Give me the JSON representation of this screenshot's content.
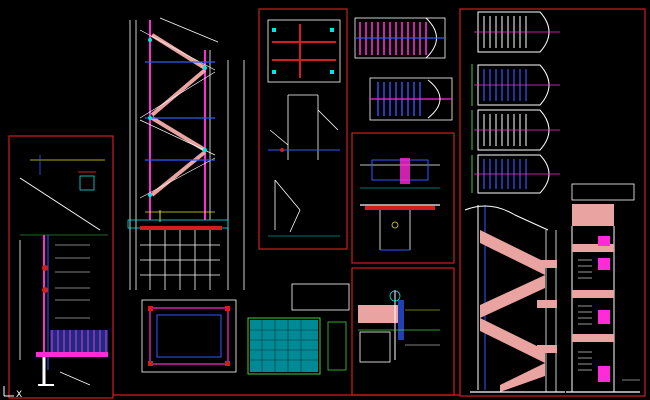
{
  "canvas": {
    "background": "#000000",
    "colors": {
      "frame": "#d21e1e",
      "white": "#ffffff",
      "cyan": "#00e5e5",
      "blue": "#2e5bff",
      "magenta": "#ff2bd6",
      "pink": "#e9a3a0",
      "green": "#3cd23c",
      "yellow": "#e6e619",
      "gray": "#9a9a9a"
    }
  },
  "drawing": {
    "sheets": [
      "left-detail",
      "stair-elevation",
      "foundation-plan",
      "steel-detail",
      "stair-plans",
      "section-details",
      "right-elevation"
    ]
  },
  "coord_icon": {
    "icon": "ucs-axis-icon",
    "label": "X"
  }
}
